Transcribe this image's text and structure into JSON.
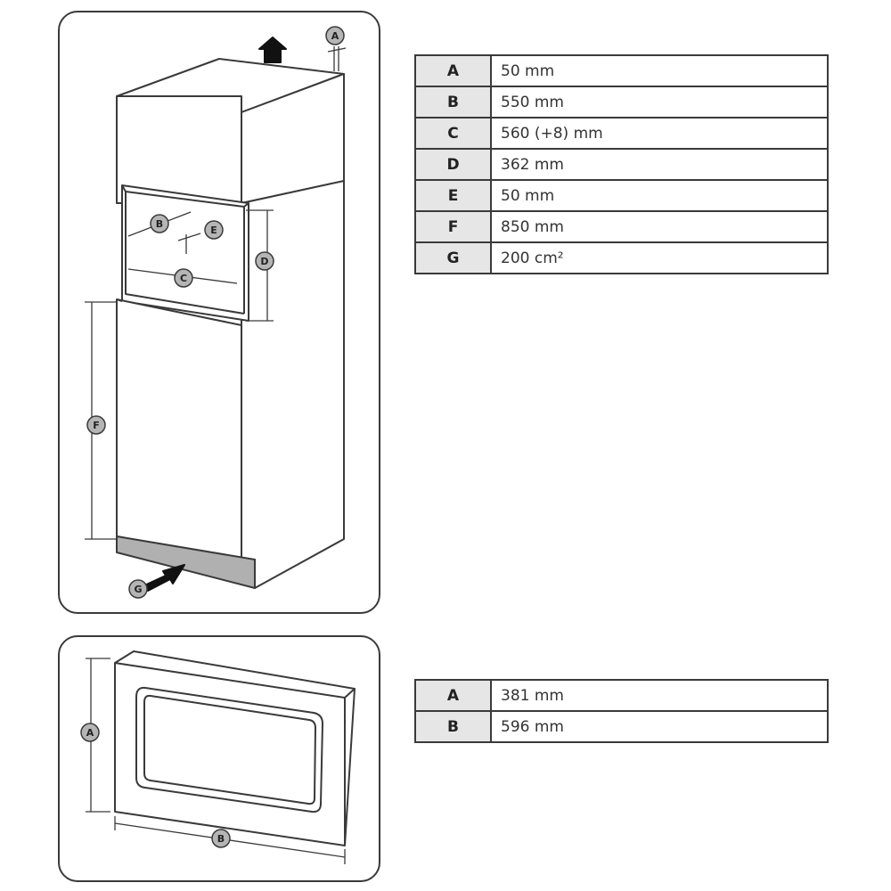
{
  "top_diagram": {
    "labels": {
      "a": "A",
      "b": "B",
      "c": "C",
      "d": "D",
      "e": "E",
      "f": "F",
      "g": "G"
    }
  },
  "top_table": [
    {
      "key": "A",
      "value": "50 mm"
    },
    {
      "key": "B",
      "value": "550 mm"
    },
    {
      "key": "C",
      "value": "560 (+8) mm"
    },
    {
      "key": "D",
      "value": "362 mm"
    },
    {
      "key": "E",
      "value": "50 mm"
    },
    {
      "key": "F",
      "value": "850 mm"
    },
    {
      "key": "G",
      "value": "200 cm²"
    }
  ],
  "bottom_diagram": {
    "labels": {
      "a": "A",
      "b": "B"
    }
  },
  "bottom_table": [
    {
      "key": "A",
      "value": "381 mm"
    },
    {
      "key": "B",
      "value": "596 mm"
    }
  ],
  "colors": {
    "line": "#3a3a3a",
    "label_fill": "#b5b5b5",
    "header_cell": "#e6e6e6",
    "plinth": "#b0b0b0"
  }
}
